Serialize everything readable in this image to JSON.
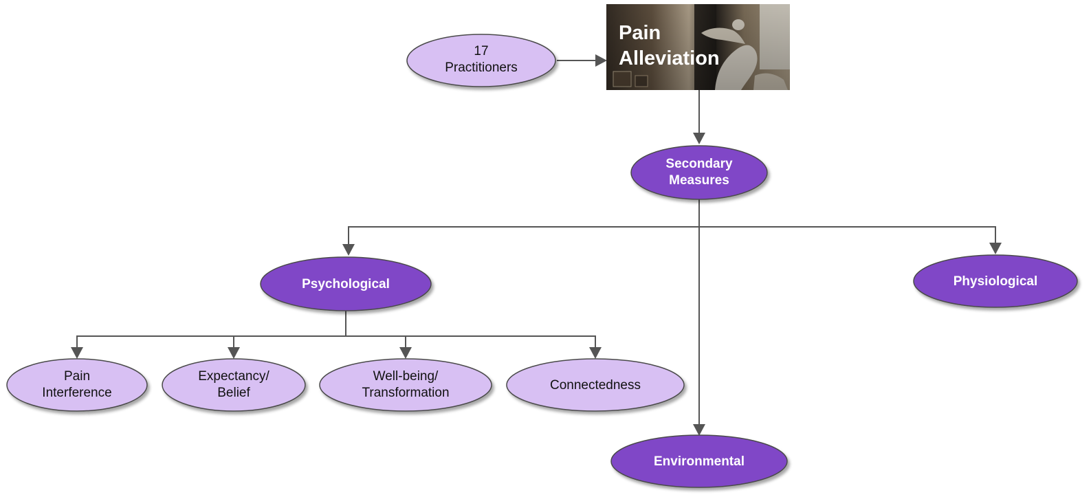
{
  "colors": {
    "light_fill": "#d8c0f3",
    "dark_fill": "#8047c7",
    "node_stroke": "#4a4a4a",
    "connector": "#555555"
  },
  "practitioners": {
    "line1": "17",
    "line2": "Practitioners"
  },
  "pain_alleviation": {
    "line1": "Pain",
    "line2": "Alleviation",
    "image": "marble-statue-photo"
  },
  "secondary_measures": {
    "line1": "Secondary",
    "line2": "Measures"
  },
  "psychological": {
    "label": "Psychological"
  },
  "physiological": {
    "label": "Physiological"
  },
  "environmental": {
    "label": "Environmental"
  },
  "psych_children": {
    "pain_interference": {
      "line1": "Pain",
      "line2": "Interference"
    },
    "expectancy_belief": {
      "line1": "Expectancy/",
      "line2": "Belief"
    },
    "wellbeing_transformation": {
      "line1": "Well-being/",
      "line2": "Transformation"
    },
    "connectedness": {
      "label": "Connectedness"
    }
  }
}
